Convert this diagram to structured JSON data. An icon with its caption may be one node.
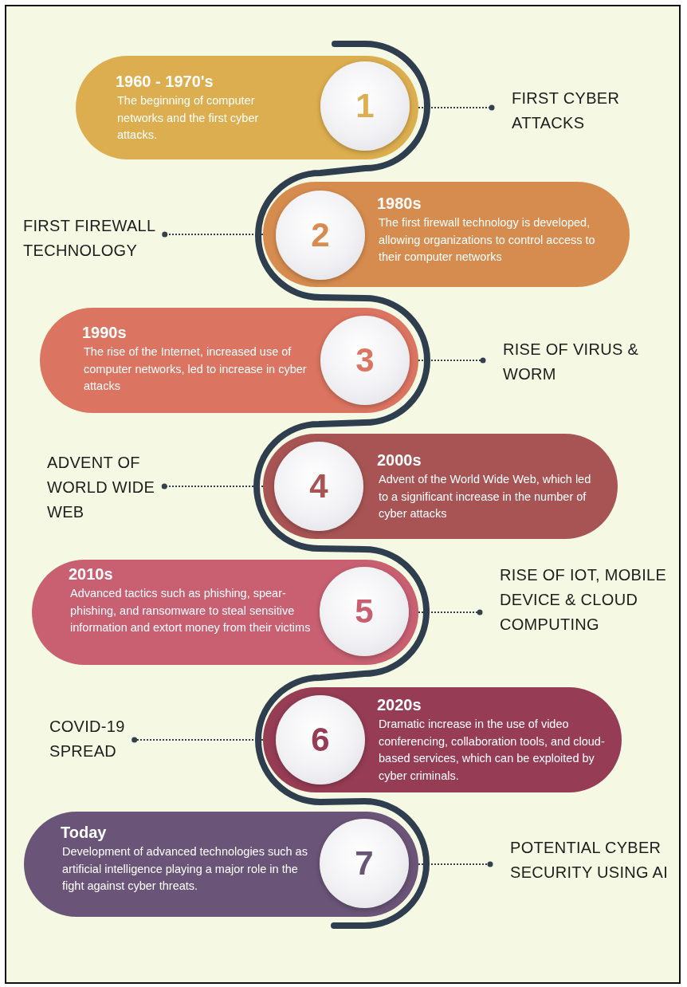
{
  "diagram": {
    "nodes": [
      {
        "text": [
          "1960 - 1970's",
          "The beginning of computer networks and the first cyber attacks."
        ]
      },
      {
        "text": [
          "1"
        ],
        "in": 0
      },
      {
        "text": [
          "FIRST CYBER ATTACKS"
        ]
      },
      {
        "text": [
          "1980s",
          "The first firewall technology is developed, allowing organizations to control access to their computer networks"
        ]
      },
      {
        "text": [
          "2"
        ],
        "in": 3
      },
      {
        "text": [
          "FIRST FIREWALL TECHNOLOGY"
        ]
      },
      {
        "text": [
          "1990s",
          "The rise of the Internet, increased use of computer networks, led to increase in cyber attacks"
        ]
      },
      {
        "text": [
          "3"
        ],
        "in": 6
      },
      {
        "text": [
          "RISE OF VIRUS & WORM"
        ]
      },
      {
        "text": [
          "2000s",
          "Advent of the World Wide Web, which led to a significant increase in the number of cyber attacks"
        ]
      },
      {
        "text": [
          "4"
        ],
        "in": 9
      },
      {
        "text": [
          "ADVENT OF WORLD WIDE WEB"
        ]
      },
      {
        "text": [
          "2010s",
          "Advanced tactics such as phishing, spear-phishing, and ransomware to steal sensitive information and extort money from their victims"
        ]
      },
      {
        "text": [
          "5"
        ],
        "in": 12
      },
      {
        "text": [
          "RISE OF IOT, MOBILE DEVICE & CLOUD COMPUTING"
        ]
      },
      {
        "text": [
          "2020s",
          "Dramatic increase in the use of video conferencing, collaboration tools, and cloud-based services, which can be exploited by cyber criminals."
        ]
      },
      {
        "text": [
          "6"
        ],
        "in": 15
      },
      {
        "text": [
          "COVID-19 SPREAD"
        ]
      },
      {
        "text": [
          "Today",
          "Development of advanced technologies such as artificial intelligence playing a major role in the fight against cyber threats."
        ]
      },
      {
        "text": [
          "7"
        ],
        "in": 18
      },
      {
        "text": [
          "POTENTIAL CYBER SECURITY USING AI"
        ]
      }
    ],
    "edges": [
      {
        "from": 0,
        "to": 2,
        "arrow": "other",
        "style": "dashed"
      },
      {
        "from": 3,
        "to": 5,
        "arrow": "other",
        "style": "dashed"
      },
      {
        "from": 6,
        "to": 8,
        "arrow": "other",
        "style": "dashed"
      },
      {
        "from": 9,
        "to": 11,
        "arrow": "other",
        "style": "dashed"
      },
      {
        "from": 12,
        "to": 14,
        "arrow": "other",
        "style": "dashed"
      },
      {
        "from": 15,
        "to": 17,
        "arrow": "other",
        "style": "dashed"
      },
      {
        "from": 18,
        "to": 20,
        "arrow": "other",
        "style": "dashed"
      }
    ]
  }
}
